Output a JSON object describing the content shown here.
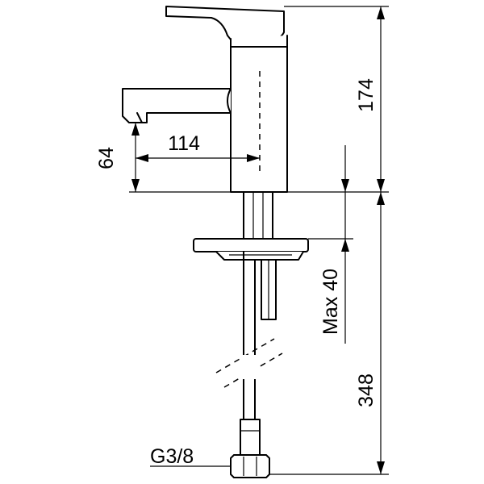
{
  "dimensions": {
    "total_height": "174",
    "spout_reach": "114",
    "spout_height": "64",
    "max_deck_thickness": "Max 40",
    "hose_length": "348",
    "thread": "G3/8"
  }
}
